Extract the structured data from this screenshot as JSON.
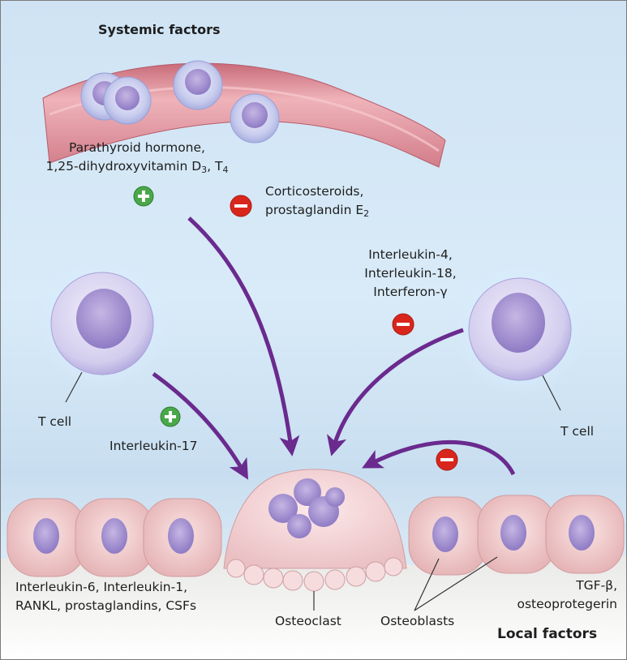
{
  "systemic": {
    "title": "Systemic factors",
    "stimulators": {
      "line1": "Parathyroid hormone,",
      "line2_pre": "1,25-dihydroxyvitamin D",
      "line2_sub1": "3",
      "line2_mid": ", T",
      "line2_sub2": "4"
    },
    "inhibitors": {
      "line1": "Corticosteroids,",
      "line2_pre": "prostaglandin E",
      "line2_sub": "2"
    }
  },
  "left_tcell": {
    "label": "T cell",
    "factor": "Interleukin-17"
  },
  "right_tcell": {
    "label": "T cell",
    "factors": [
      "Interleukin-4,",
      "Interleukin-18,",
      "Interferon-γ"
    ]
  },
  "osteoblast_factors": {
    "line1": "Interleukin-6, Interleukin-1,",
    "line2": "RANKL, prostaglandins, CSFs"
  },
  "inhibitor_local": {
    "line1": "TGF-β,",
    "line2": "osteoprotegerin"
  },
  "labels": {
    "osteoclast": "Osteoclast",
    "osteoblasts": "Osteoblasts",
    "local": "Local factors"
  },
  "colors": {
    "arrow": "#6a2a8e",
    "plus": "#4aa84a",
    "minus": "#d9261c",
    "vessel": "#e8a0a8"
  }
}
